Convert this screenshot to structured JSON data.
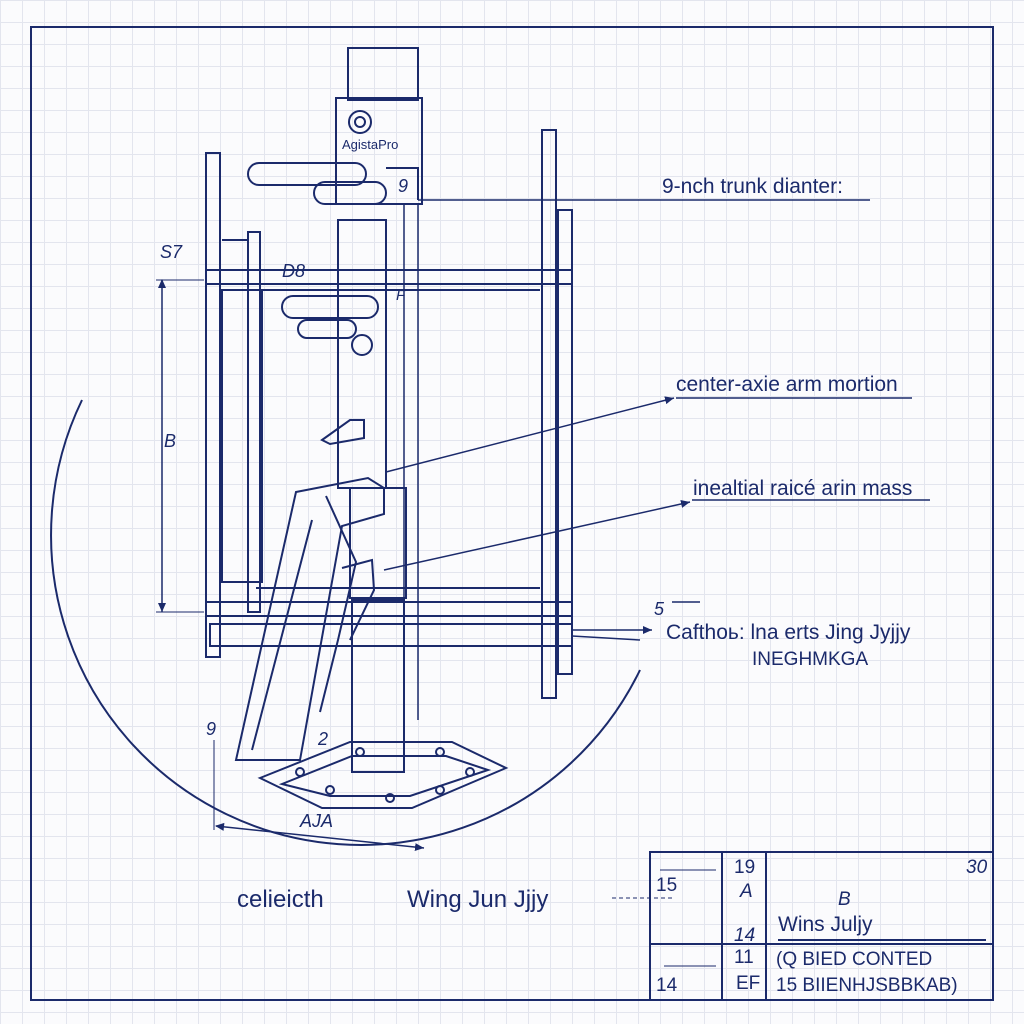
{
  "brand": {
    "logo_text": "AgistaPro"
  },
  "callouts": {
    "trunk": "9-nch trunk dianter:",
    "arm_motion": "center-axie arm mortion",
    "arm_mass": "inealtial raicé arin mass",
    "base_label_1": "Cafthoь: lna erts Jing Jyjjy",
    "base_label_2": "INEGHMKGA"
  },
  "dimensions": {
    "top_left": "S7",
    "upper_arm": "D8",
    "head_mark": "9",
    "bracket_mark": "F",
    "height_mark": "B",
    "base_left": "9",
    "base_inner": "2",
    "base_width": "AJA",
    "right_mark": "5"
  },
  "captions": {
    "left": "celieicth",
    "right": "Wing Jun Jjjy"
  },
  "title_block": {
    "r1c1": "15",
    "r1c2": "19",
    "r1c2b": "A",
    "r1c3": "B",
    "r1c4": "30",
    "r2c2": "14",
    "r2c3": "Wins Juljy",
    "r3c1": "14",
    "r3c2a": "11",
    "r3c2b": "EF",
    "r3c3a": "(Q BIED CONTED",
    "r3c3b": "15 BIIENHJSBBKAB)"
  },
  "colors": {
    "ink": "#1b2a6b",
    "grid": "#e3e5ee",
    "paper": "#fbfbfd"
  }
}
